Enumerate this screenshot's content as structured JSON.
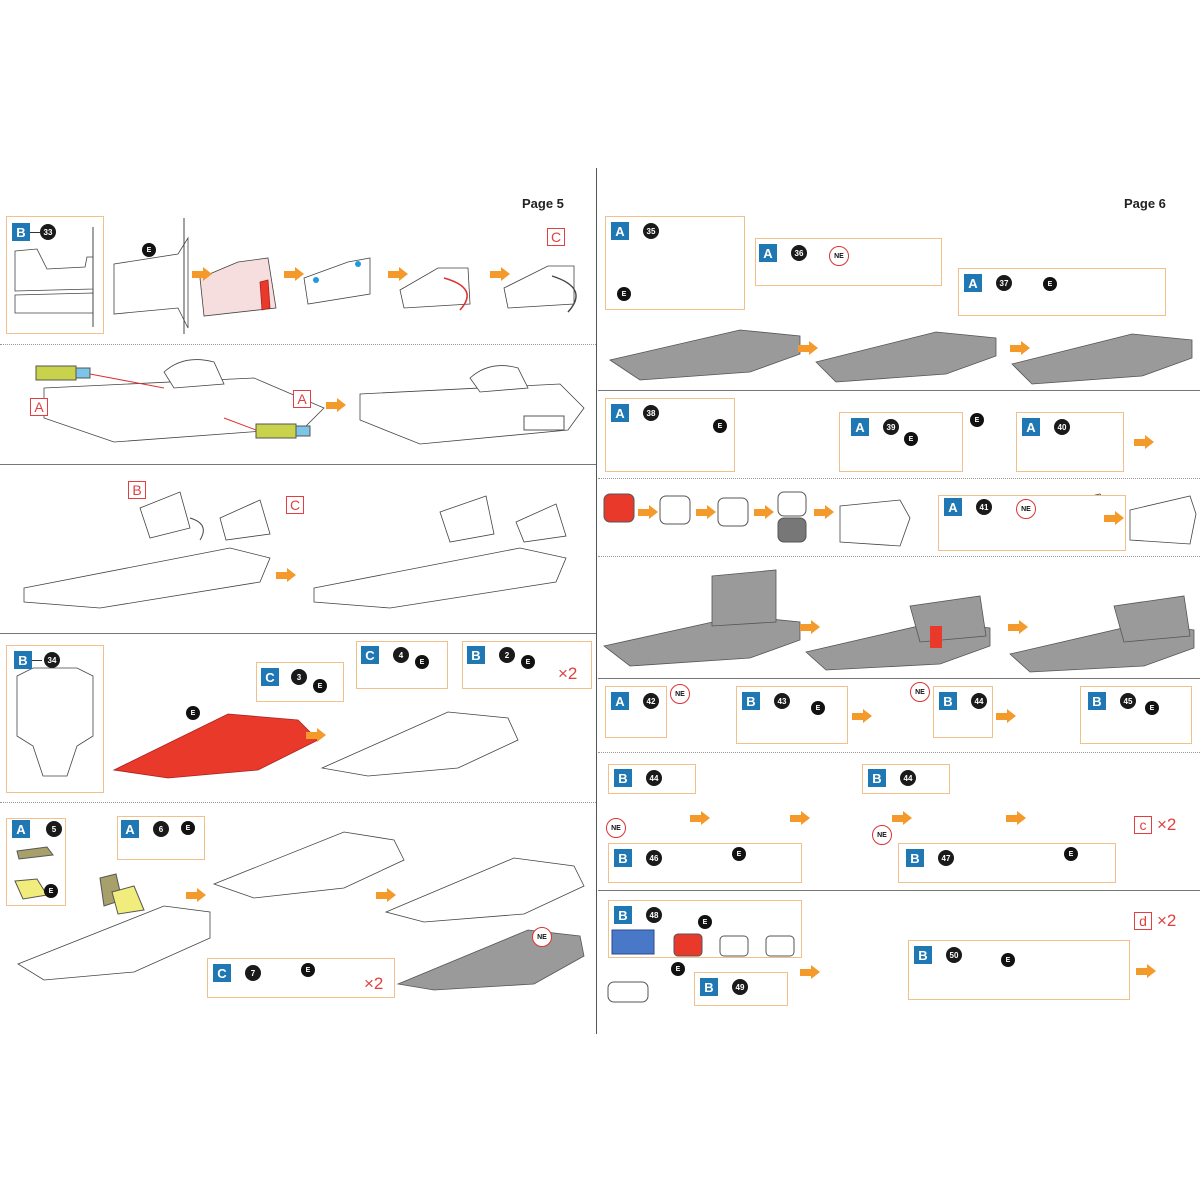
{
  "pages": {
    "left_label": "Page 5",
    "right_label": "Page 6"
  },
  "badges": {
    "e": "E",
    "ne": "NE"
  },
  "left": {
    "row1": {
      "sheet": "B",
      "part": "33",
      "sub_label": "C"
    },
    "row2": {
      "label_a1": "A",
      "label_a2": "A"
    },
    "row3": {
      "label_b": "B",
      "label_c": "C"
    },
    "row4": {
      "sheet": "B",
      "part": "34",
      "sub1_sheet": "C",
      "sub1_part": "3",
      "sub2_sheet": "C",
      "sub2_part": "4",
      "sub3_sheet": "B",
      "sub3_part": "2",
      "sub3_mult": "×2"
    },
    "row5": {
      "sub1_sheet": "A",
      "sub1_part": "5",
      "sub2_sheet": "A",
      "sub2_part": "6",
      "sub3_sheet": "C",
      "sub3_part": "7",
      "sub3_mult": "×2"
    }
  },
  "right": {
    "row1": {
      "s1_sheet": "A",
      "s1_part": "35",
      "s2_sheet": "A",
      "s2_part": "36",
      "s3_sheet": "A",
      "s3_part": "37"
    },
    "row2": {
      "s1_sheet": "A",
      "s1_part": "38",
      "s2_sheet": "A",
      "s2_part": "39",
      "s3_sheet": "A",
      "s3_part": "40"
    },
    "row3": {
      "s1_sheet": "A",
      "s1_part": "41"
    },
    "row5": {
      "s1_sheet": "A",
      "s1_part": "42",
      "s2_sheet": "B",
      "s2_part": "43",
      "s3_sheet": "B",
      "s3_part": "44",
      "s4_sheet": "B",
      "s4_part": "45"
    },
    "row6": {
      "s1_sheet": "B",
      "s1_part": "44",
      "s2_sheet": "B",
      "s2_part": "44",
      "s3_sheet": "B",
      "s3_part": "46",
      "s4_sheet": "B",
      "s4_part": "47",
      "sub_label": "c",
      "mult": "×2"
    },
    "row7": {
      "s1_sheet": "B",
      "s1_part": "48",
      "s2_sheet": "B",
      "s2_part": "49",
      "s3_sheet": "B",
      "s3_part": "50",
      "sub_label": "d",
      "mult": "×2"
    }
  },
  "colors": {
    "sheet_badge": "#1f78b4",
    "arrow": "#f39a2b",
    "callout_box": "#f2c08a",
    "red_label": "#e04040",
    "highlight_part": "#e8392a",
    "grey_part": "#9a9a9a"
  }
}
